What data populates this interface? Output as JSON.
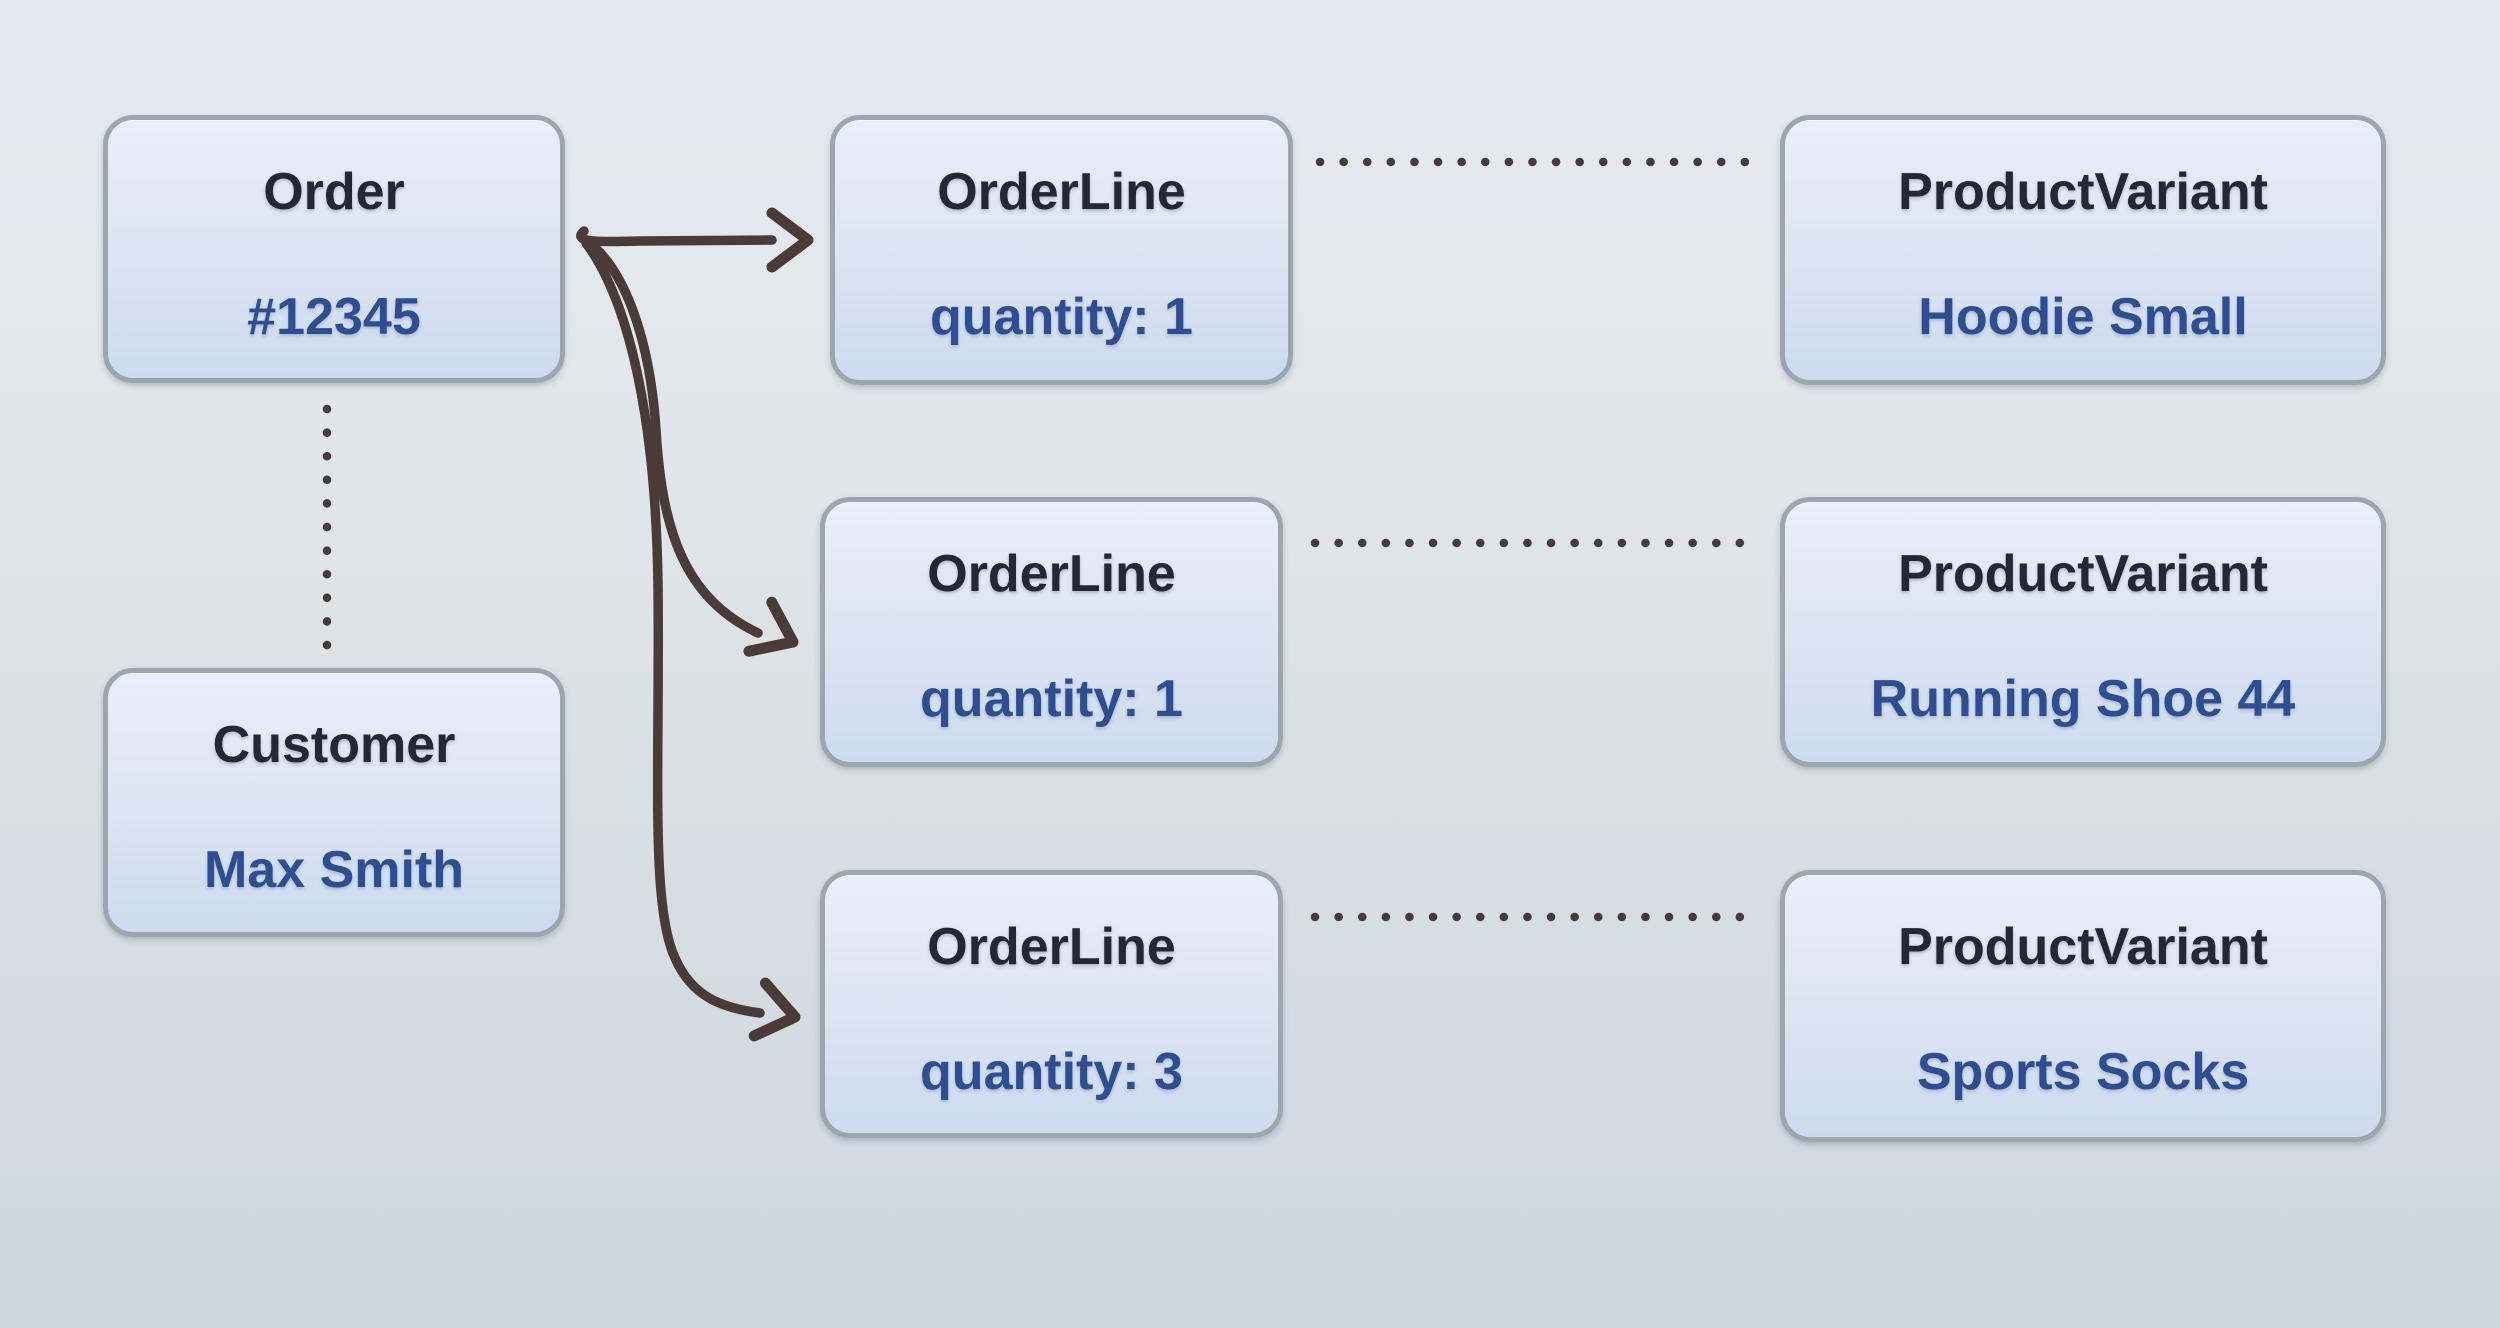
{
  "nodes": [
    {
      "id": "order",
      "title": "Order",
      "value": "#12345"
    },
    {
      "id": "customer",
      "title": "Customer",
      "value": "Max Smith"
    },
    {
      "id": "order-line-1",
      "title": "OrderLine",
      "value": "quantity: 1"
    },
    {
      "id": "order-line-2",
      "title": "OrderLine",
      "value": "quantity: 1"
    },
    {
      "id": "order-line-3",
      "title": "OrderLine",
      "value": "quantity: 3"
    },
    {
      "id": "product-variant-1",
      "title": "ProductVariant",
      "value": "Hoodie Small"
    },
    {
      "id": "product-variant-2",
      "title": "ProductVariant",
      "value": "Running Shoe 44"
    },
    {
      "id": "product-variant-3",
      "title": "ProductVariant",
      "value": "Sports Socks"
    }
  ],
  "edges": [
    {
      "from": "order",
      "to": "order-line-1",
      "type": "solid-arrow"
    },
    {
      "from": "order",
      "to": "order-line-2",
      "type": "solid-arrow"
    },
    {
      "from": "order",
      "to": "order-line-3",
      "type": "solid-arrow"
    },
    {
      "from": "order",
      "to": "customer",
      "type": "dotted"
    },
    {
      "from": "order-line-1",
      "to": "product-variant-1",
      "type": "dotted"
    },
    {
      "from": "order-line-2",
      "to": "product-variant-2",
      "type": "dotted"
    },
    {
      "from": "order-line-3",
      "to": "product-variant-3",
      "type": "dotted"
    }
  ],
  "colors": {
    "arrow": "#4b3b38",
    "dotted": "#493a38",
    "node_border": "#9ba6ae",
    "node_fill_top": "#eaeff9",
    "node_fill_bottom": "#ccdbef",
    "node_title_text": "#212935",
    "node_value_text": "#2d4e93",
    "background_top": "#e5eaf1",
    "background_bottom": "#ccd8de"
  }
}
